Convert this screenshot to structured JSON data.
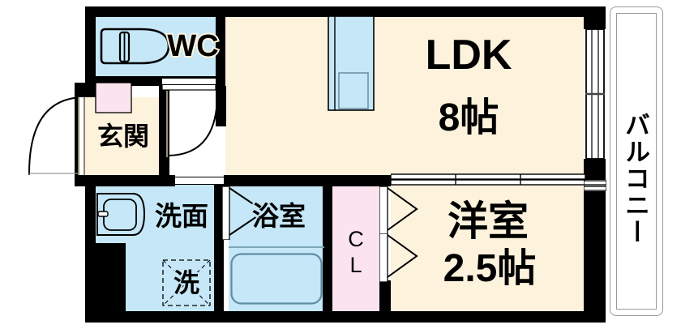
{
  "plan": {
    "title_type": "japanese-apartment-floorplan",
    "rooms": [
      {
        "id": "wc",
        "label": "WC",
        "label_kind": "latin"
      },
      {
        "id": "genkan",
        "label": "玄関",
        "label_kind": "kanji"
      },
      {
        "id": "ldk",
        "label": "LDK",
        "size": "8帖",
        "label_kind": "latin"
      },
      {
        "id": "senmen",
        "label": "洗面",
        "label_kind": "kanji"
      },
      {
        "id": "sentaku",
        "label": "洗",
        "label_kind": "kanji"
      },
      {
        "id": "yokushitsu",
        "label": "浴室",
        "label_kind": "kanji"
      },
      {
        "id": "closet",
        "label_line1": "C",
        "label_line2": "L",
        "label_kind": "latin"
      },
      {
        "id": "yoshitsu",
        "label": "洋室",
        "size": "2.5帖",
        "label_kind": "kanji"
      },
      {
        "id": "balcony",
        "label": "バルコニー",
        "label_kind": "katakana"
      }
    ],
    "colors": {
      "wall": "#000000",
      "floor_tatami": "#fdf2dc",
      "floor_water": "#c5e7f7",
      "floor_closet": "#fbe4ee",
      "balcony": "#ffffff",
      "outline_gray": "#9a9a9a"
    },
    "fixtures": [
      {
        "id": "toilet",
        "name": "toilet-fixture"
      },
      {
        "id": "kitchen",
        "name": "kitchen-sink-fixture"
      },
      {
        "id": "washbasin",
        "name": "washbasin-fixture"
      },
      {
        "id": "bathtub",
        "name": "bathtub-fixture"
      },
      {
        "id": "washer-space",
        "name": "washing-machine-space"
      },
      {
        "id": "entry-door",
        "name": "entrance-swing-door"
      },
      {
        "id": "hall-door",
        "name": "hall-swing-door"
      },
      {
        "id": "bath-door",
        "name": "bathroom-folding-door"
      },
      {
        "id": "closet-door-1",
        "name": "closet-folding-door-upper"
      },
      {
        "id": "closet-door-2",
        "name": "closet-folding-door-lower"
      },
      {
        "id": "balcony-window",
        "name": "balcony-sliding-window"
      },
      {
        "id": "room-divider",
        "name": "room-sliding-partition"
      },
      {
        "id": "shoe-box",
        "name": "shoe-cabinet"
      }
    ]
  }
}
